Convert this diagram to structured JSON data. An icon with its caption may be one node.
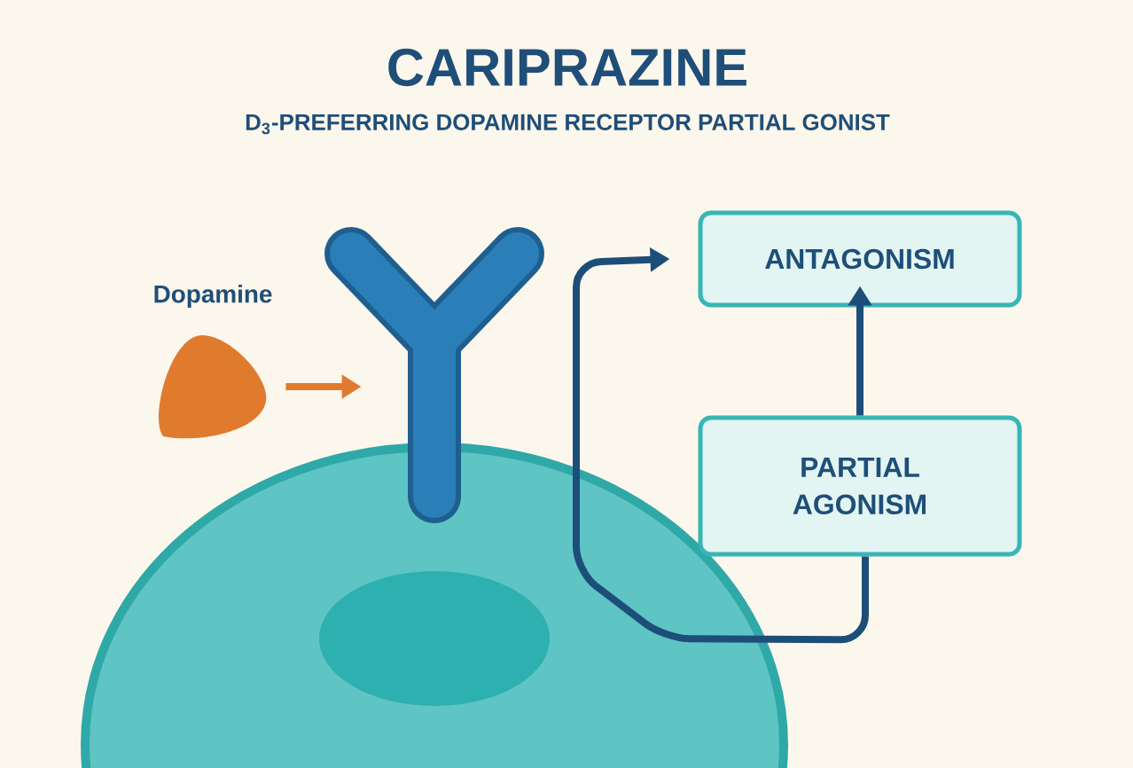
{
  "diagram": {
    "title": "CARIPRAZINE",
    "caption": "D$_{3}$-PREFERRING DOPAMINE RECEPTOR PARTIAL GONIST",
    "nodes": [
      {
        "text": [
          "Dopamine"
        ]
      },
      {
        "text": [],
        "shape": "picture"
      },
      {
        "text": [],
        "shape": "ellipse"
      },
      {
        "text": [],
        "shape": "ellipse",
        "in": 2
      },
      {
        "text": [
          "ANTAGONISM"
        ]
      },
      {
        "text": [
          "PARTIAL AGONISM"
        ]
      }
    ],
    "edges": [
      {
        "from": 0,
        "to": 1,
        "arrow": "to",
        "color": "#e07b2e"
      },
      {
        "from": 5,
        "to": 4,
        "arrow": "to"
      },
      {
        "from": 5,
        "to": 4,
        "arrow": "to"
      }
    ]
  }
}
